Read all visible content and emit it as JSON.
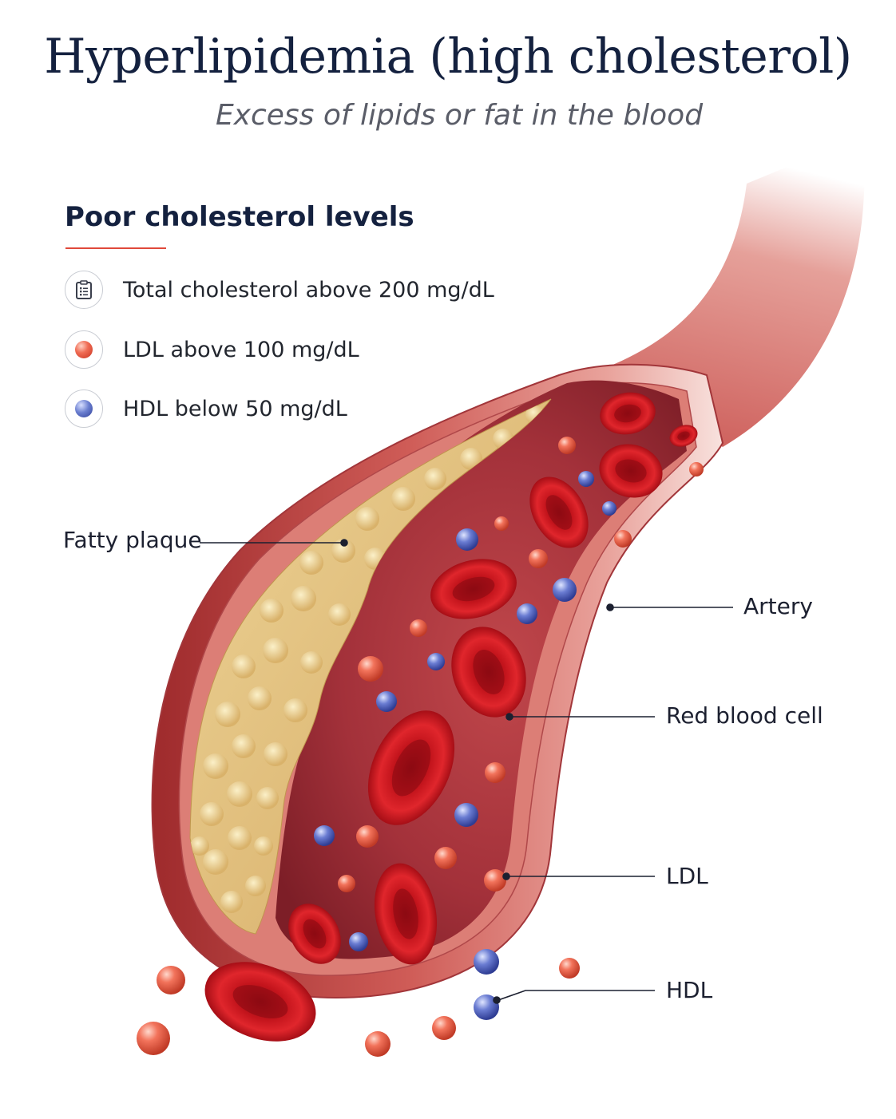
{
  "title": "Hyperlipidemia (high cholesterol)",
  "subtitle": "Excess of lipids or fat in the blood",
  "legend": {
    "heading": "Poor cholesterol levels",
    "items": [
      {
        "icon": "clipboard-icon",
        "text": "Total cholesterol above 200 mg/dL"
      },
      {
        "icon": "ldl-particle-icon",
        "text": "LDL above 100 mg/dL"
      },
      {
        "icon": "hdl-particle-icon",
        "text": "HDL below 50 mg/dL"
      }
    ]
  },
  "callouts": {
    "fatty_plaque": "Fatty plaque",
    "artery": "Artery",
    "red_blood_cell": "Red blood cell",
    "ldl": "LDL",
    "hdl": "HDL"
  },
  "colors": {
    "title": "#14213f",
    "accent_rule": "#e0493b",
    "artery_wall": "#c65a55",
    "lumen": "#a8323a",
    "plaque": "#e2c07a",
    "red_cell": "#c8161e",
    "ldl": "#f06d55",
    "hdl": "#5868c4"
  }
}
